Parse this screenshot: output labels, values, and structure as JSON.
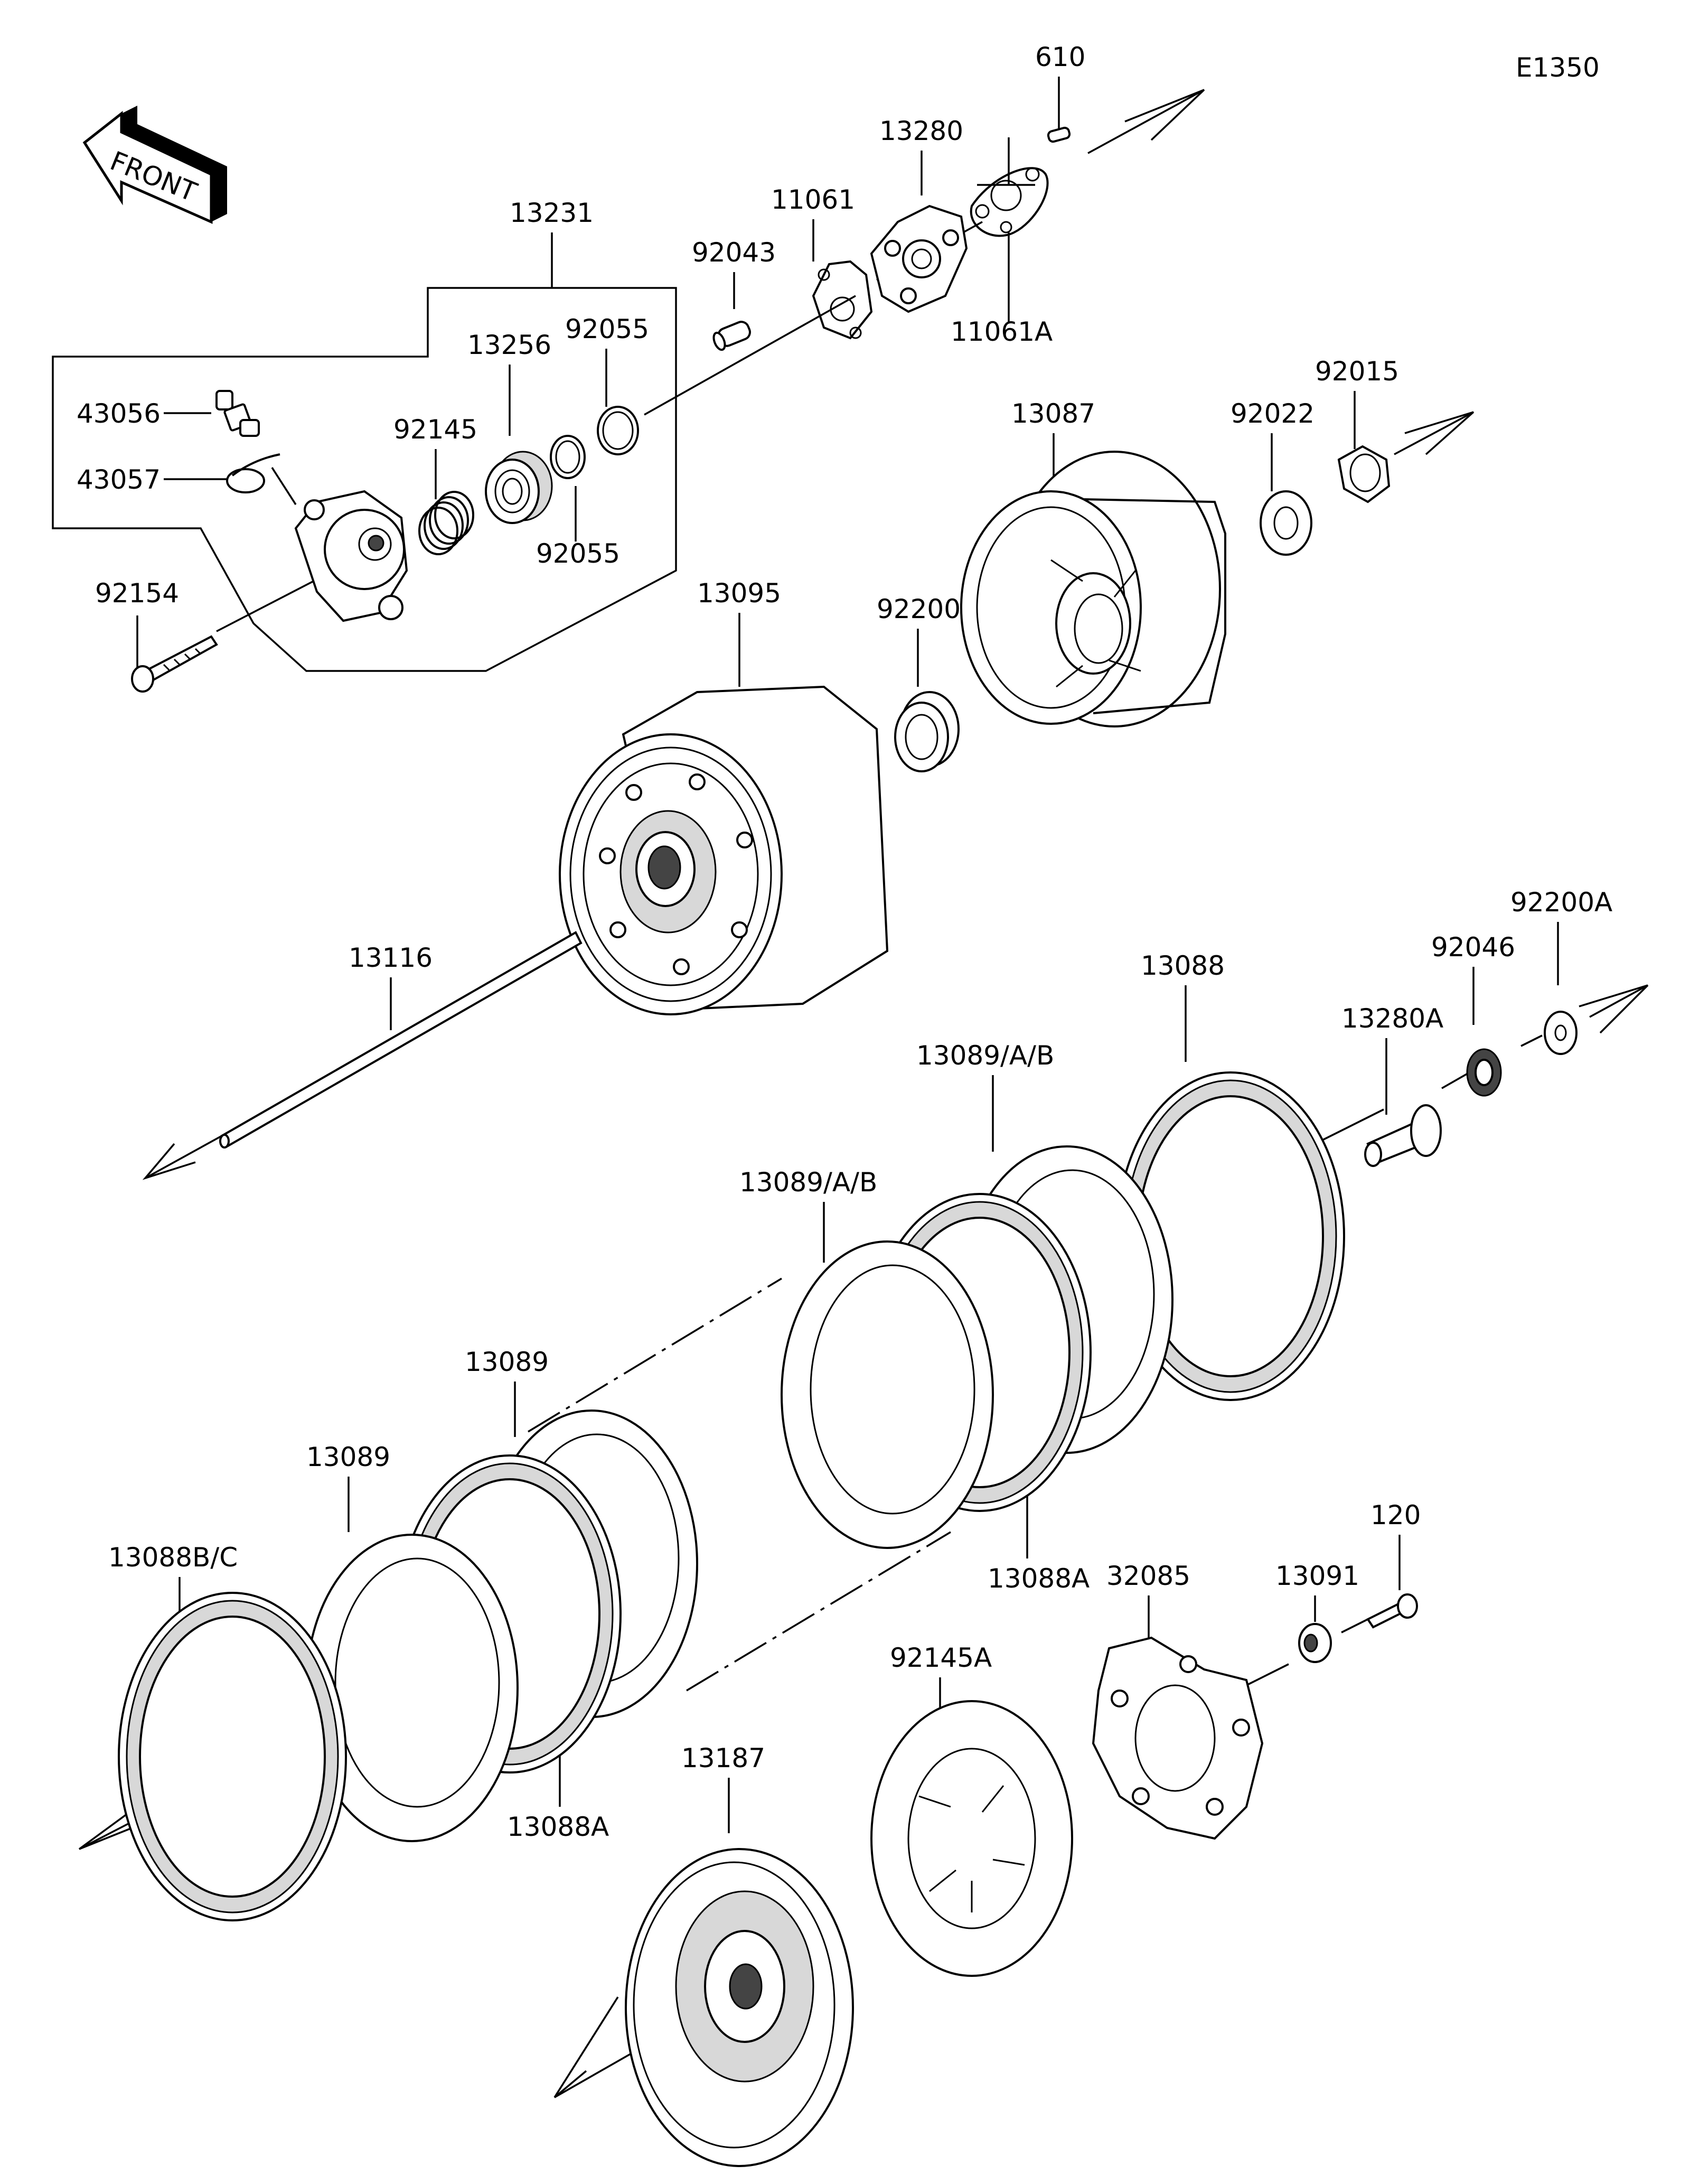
{
  "diagram_code": "E1350",
  "front_label": "FRONT",
  "parts": {
    "p610": "610",
    "p13280": "13280",
    "p11061": "11061",
    "p92043": "92043",
    "p11061A": "11061A",
    "p13231": "13231",
    "p92055a": "92055",
    "p92055b": "92055",
    "p13256": "13256",
    "p92145": "92145",
    "p43056": "43056",
    "p43057": "43057",
    "p92154": "92154",
    "p13087": "13087",
    "p92022": "92022",
    "p92015": "92015",
    "p13095": "13095",
    "p92200": "92200",
    "p13116": "13116",
    "p92200A": "92200A",
    "p92046": "92046",
    "p13088": "13088",
    "p13280A": "13280A",
    "p13089AB1": "13089/A/B",
    "p13089AB2": "13089/A/B",
    "p13089a": "13089",
    "p13089b": "13089",
    "p13088BC": "13088B/C",
    "p13088A1": "13088A",
    "p13088A2": "13088A",
    "p32085": "32085",
    "p13091": "13091",
    "p120": "120",
    "p92145A": "92145A",
    "p13187": "13187"
  }
}
